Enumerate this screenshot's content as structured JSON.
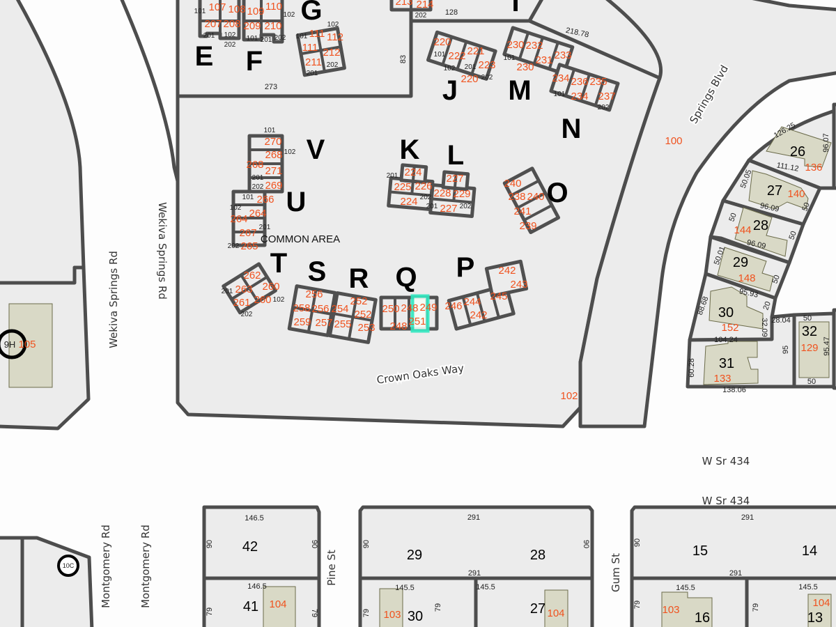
{
  "map": {
    "colors": {
      "parcel_fill": "#ececec",
      "outline": "#4d4d4d",
      "address": "#f0521e",
      "house": "#d9d9c6",
      "selection": "#30e8c0"
    },
    "streets": [
      "Wekiva Springs Rd",
      "Wekiva Springs Rd",
      "Springs Blvd",
      "Crown Oaks Way",
      "W Sr 434",
      "W Sr 434",
      "Montgomery Rd",
      "Montgomery Rd",
      "Pine St",
      "Gum St"
    ],
    "common_area": "COMMON AREA",
    "buildings": [
      "E",
      "F",
      "G",
      "I",
      "J",
      "M",
      "N",
      "K",
      "L",
      "V",
      "U",
      "O",
      "T",
      "S",
      "R",
      "Q",
      "P"
    ],
    "markers": [
      "9H",
      "10C"
    ],
    "units": [
      "107",
      "108",
      "109",
      "110",
      "207",
      "208",
      "209",
      "210",
      "111",
      "111",
      "112",
      "211",
      "212",
      "213",
      "214",
      "220",
      "222",
      "221",
      "223",
      "220",
      "230",
      "232",
      "231",
      "233",
      "230",
      "234",
      "236",
      "235",
      "237",
      "234",
      "224",
      "225",
      "226",
      "224",
      "227",
      "228",
      "229",
      "227",
      "270",
      "268",
      "268",
      "271",
      "269",
      "266",
      "264",
      "264",
      "267",
      "265",
      "240",
      "238",
      "240",
      "241",
      "239",
      "262",
      "263",
      "260",
      "260",
      "261",
      "256",
      "258",
      "256",
      "259",
      "257",
      "254",
      "252",
      "252",
      "255",
      "253",
      "250",
      "248",
      "251",
      "249",
      "248",
      "246",
      "244",
      "245",
      "242",
      "242",
      "243"
    ],
    "unit_numbers": [
      "101",
      "102",
      "101",
      "102",
      "201",
      "202",
      "201",
      "202",
      "101",
      "102",
      "201",
      "202",
      "202",
      "101",
      "102",
      "201",
      "202",
      "101",
      "101",
      "202",
      "201",
      "202",
      "201",
      "202",
      "101",
      "102",
      "201",
      "202",
      "101",
      "102",
      "201",
      "202",
      "201",
      "102",
      "202"
    ],
    "dimensions": [
      "128",
      "218.78",
      "273",
      "83",
      "126.25",
      "96.07",
      "111.12",
      "50.05",
      "96.09",
      "50",
      "50",
      "96.09",
      "50",
      "50.01",
      "95.93",
      "50",
      "88.68",
      "20",
      "104.24",
      "32.09",
      "28.04",
      "95",
      "50",
      "95.47",
      "50",
      "60.28",
      "138.06",
      "146.5",
      "90",
      "90",
      "146.5",
      "79",
      "79",
      "291",
      "90",
      "90",
      "291",
      "145.5",
      "79",
      "79",
      "145.5",
      "291",
      "90",
      "291",
      "145.5",
      "79",
      "79",
      "145.5"
    ],
    "lots": [
      "26",
      "27",
      "28",
      "29",
      "30",
      "31",
      "32",
      "42",
      "41",
      "29",
      "28",
      "30",
      "27",
      "15",
      "14",
      "16",
      "13"
    ],
    "addresses": [
      "100",
      "102",
      "136",
      "140",
      "144",
      "148",
      "152",
      "133",
      "129",
      "105",
      "104",
      "103",
      "104",
      "103",
      "104"
    ]
  }
}
